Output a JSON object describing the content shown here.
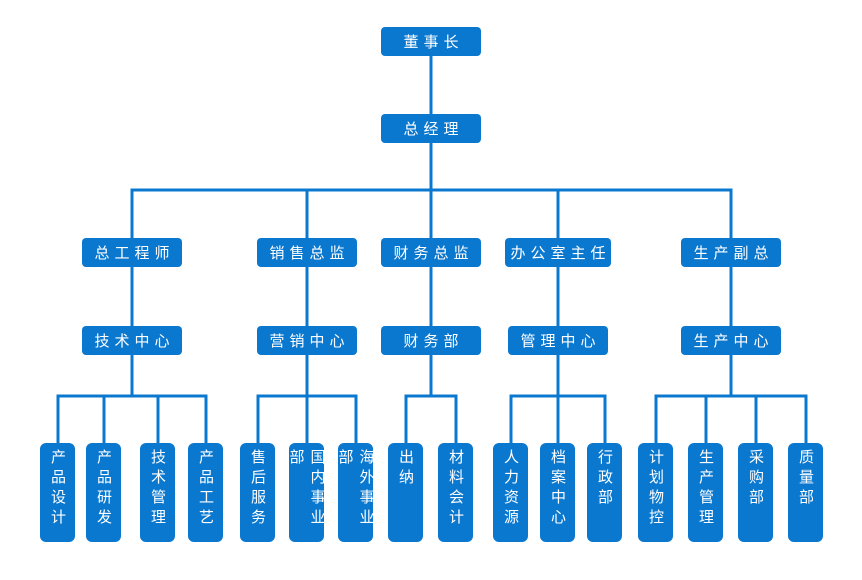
{
  "colors": {
    "box": "#0b78d0",
    "line": "#0b78d0",
    "text": "#ffffff",
    "background": "#ffffff"
  },
  "org": {
    "root": {
      "label": "董事长"
    },
    "gm": {
      "label": "总经理"
    },
    "branches": [
      {
        "head": "总工程师",
        "center": "技术中心",
        "departments": [
          "产品设计",
          "产品研发",
          "技术管理",
          "产品工艺"
        ]
      },
      {
        "head": "销售总监",
        "center": "营销中心",
        "departments": [
          "售后服务",
          "国内事业部",
          "海外事业部"
        ]
      },
      {
        "head": "财务总监",
        "center": "财务部",
        "departments": [
          "出纳",
          "材料会计"
        ]
      },
      {
        "head": "办公室主任",
        "center": "管理中心",
        "departments": [
          "人力资源",
          "档案中心",
          "行政部"
        ]
      },
      {
        "head": "生产副总",
        "center": "生产中心",
        "departments": [
          "计划物控",
          "生产管理",
          "采购部",
          "质量部"
        ]
      }
    ]
  }
}
